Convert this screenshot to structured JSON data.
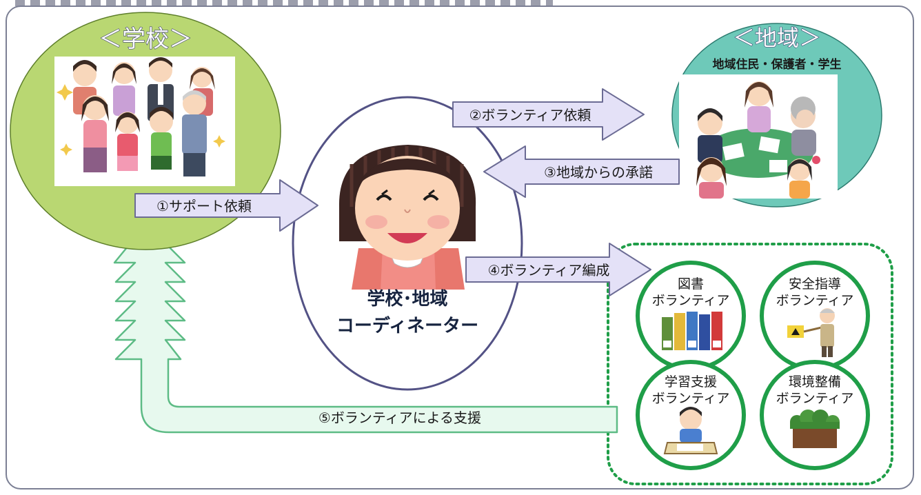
{
  "school": {
    "title": "＜学校＞"
  },
  "community": {
    "title": "＜地域＞",
    "subtitle": "地域住民・保護者・学生"
  },
  "coordinator": {
    "line1": "学校･地域",
    "line2": "コーディネーター"
  },
  "arrows": {
    "step1": "①サポート依頼",
    "step2": "②ボランティア依頼",
    "step3": "③地域からの承諾",
    "step4": "④ボランティア編成",
    "step5": "⑤ボランティアによる支援"
  },
  "volunteers": [
    {
      "line1": "図書",
      "line2": "ボランティア",
      "icon": "books-icon"
    },
    {
      "line1": "安全指導",
      "line2": "ボランティア",
      "icon": "crossing-guard-icon"
    },
    {
      "line1": "学習支援",
      "line2": "ボランティア",
      "icon": "studying-child-icon"
    },
    {
      "line1": "環境整備",
      "line2": "ボランティア",
      "icon": "hedge-icon"
    }
  ],
  "colors": {
    "school_circle": "#b9d772",
    "community_circle": "#6ec9b9",
    "arrow_fill": "#e4e1f7",
    "arrow_stroke": "#6b6b94",
    "return_fill": "#e7f9ee",
    "return_stroke": "#5dbb85",
    "volunteer_ring": "#1f9e48",
    "group_border": "#1f9e48",
    "frame_border": "#7b7f94"
  }
}
